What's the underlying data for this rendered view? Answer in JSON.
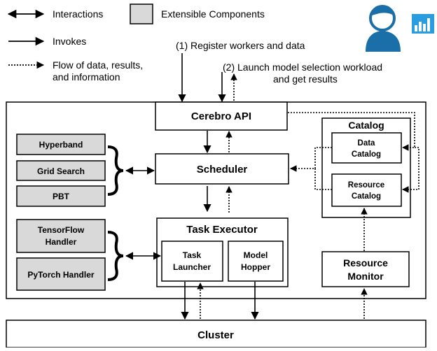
{
  "legend": {
    "interactions": "Interactions",
    "extensible": "Extensible Components",
    "invokes": "Invokes",
    "flow_line1": "Flow of data, results,",
    "flow_line2": "and information"
  },
  "steps": {
    "register": "(1)  Register workers and data",
    "launch_line1": "(2) Launch model selection workload",
    "launch_line2": "and get results"
  },
  "boxes": {
    "cerebro_api": "Cerebro API",
    "scheduler": "Scheduler",
    "task_executor": "Task Executor",
    "task_launcher_line1": "Task",
    "task_launcher_line2": "Launcher",
    "model_hopper_line1": "Model",
    "model_hopper_line2": "Hopper",
    "catalog": "Catalog",
    "data_catalog_line1": "Data",
    "data_catalog_line2": "Catalog",
    "resource_catalog_line1": "Resource",
    "resource_catalog_line2": "Catalog",
    "resource_monitor_line1": "Resource",
    "resource_monitor_line2": "Monitor",
    "cluster": "Cluster"
  },
  "extensions": {
    "hyperband": "Hyperband",
    "grid_search": "Grid Search",
    "pbt": "PBT",
    "tensorflow_line1": "TensorFlow",
    "tensorflow_line2": "Handler",
    "pytorch": "PyTorch Handler"
  },
  "colors": {
    "extensible_fill": "#d9d9d9",
    "user_icon": "#1a6fa8",
    "chart_icon": "#2a9de0"
  },
  "icons": [
    "user-icon",
    "bar-chart-icon"
  ]
}
